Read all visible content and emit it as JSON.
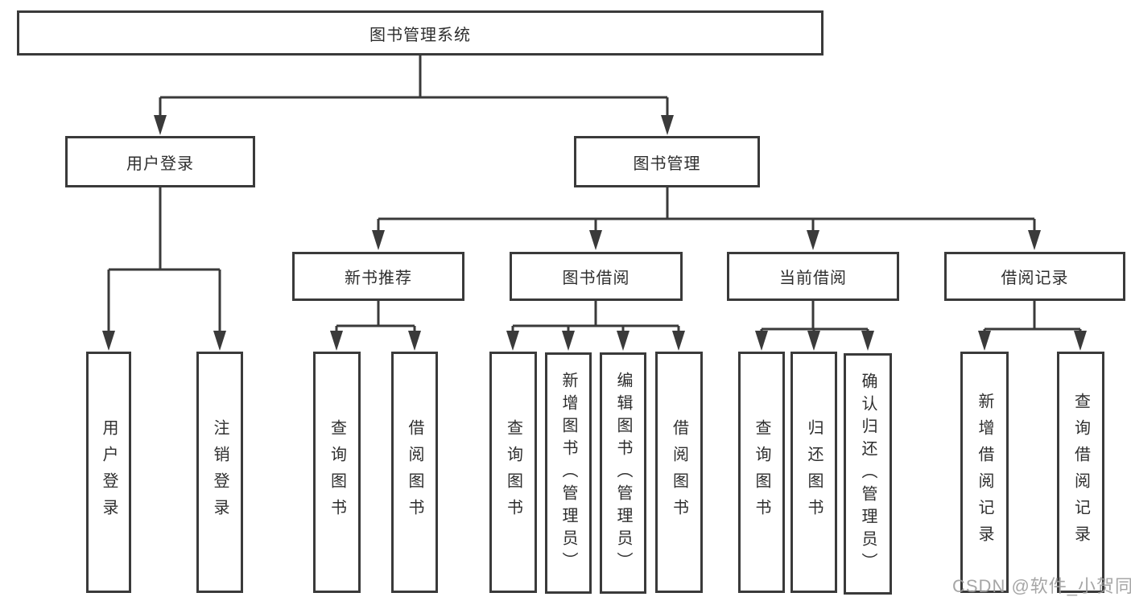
{
  "tree": {
    "label": "图书管理系统",
    "children": [
      {
        "label": "用户登录",
        "children": [
          {
            "label": "用户登录"
          },
          {
            "label": "注销登录"
          }
        ]
      },
      {
        "label": "图书管理",
        "children": [
          {
            "label": "新书推荐",
            "children": [
              {
                "label": "查询图书"
              },
              {
                "label": "借阅图书"
              }
            ]
          },
          {
            "label": "图书借阅",
            "children": [
              {
                "label": "查询图书"
              },
              {
                "label": "新增图书（管理员）"
              },
              {
                "label": "编辑图书（管理员）"
              },
              {
                "label": "借阅图书"
              }
            ]
          },
          {
            "label": "当前借阅",
            "children": [
              {
                "label": "查询图书"
              },
              {
                "label": "归还图书"
              },
              {
                "label": "确认归还（管理员）"
              }
            ]
          },
          {
            "label": "借阅记录",
            "children": [
              {
                "label": "新增借阅记录"
              },
              {
                "label": "查询借阅记录"
              }
            ]
          }
        ]
      }
    ]
  },
  "watermark": {
    "text": "CSDN @软件_小贺同学"
  },
  "colors": {
    "line": "#3a3a3a",
    "border": "#3a3a3a",
    "text": "#2e2e2e",
    "watermark": "#9e9e9e",
    "background": "#ffffff"
  }
}
